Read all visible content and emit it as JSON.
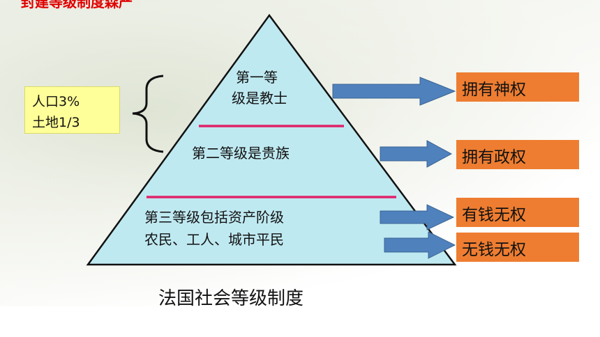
{
  "header": {
    "title": "封建等级制度森严"
  },
  "population_box": {
    "line1": "人口3%",
    "line2": "土地1/3"
  },
  "pyramid": {
    "tier1_line1": "第一等",
    "tier1_line2": "级是教士",
    "tier2": "第二等级是贵族",
    "tier3_line1": "第三等级包括资产阶级",
    "tier3_line2": "农民、工人、城市平民"
  },
  "powers": {
    "tier1": "拥有神权",
    "tier2": "拥有政权",
    "tier3a": "有钱无权",
    "tier3b": "无钱无权"
  },
  "caption": "法国社会等级制度",
  "colors": {
    "pyramid_fill": "#bfe9f1",
    "divider": "#e0226a",
    "arrow_fill": "#4f81bd",
    "power_box": "#ee7d31",
    "population_box": "#ffff99",
    "title_red": "#e00000"
  }
}
